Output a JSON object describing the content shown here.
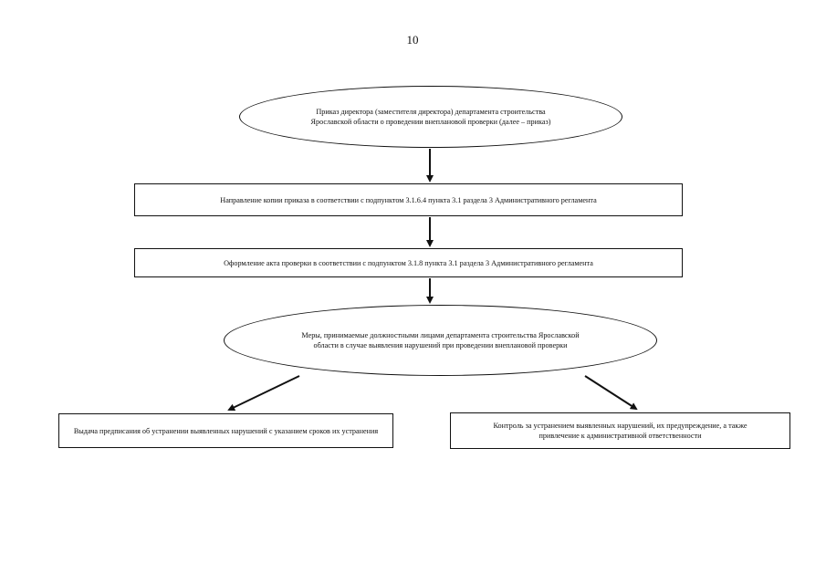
{
  "page_number": "10",
  "nodes": {
    "order": "Приказ директора (заместителя директора) департамента строительства Ярославской области о проведении внеплановой проверки (далее – приказ)",
    "send_copy": "Направление копии приказа в соответствии с подпунктом 3.1.6.4 пункта 3.1 раздела 3 Административного регламента",
    "act": "Оформление акта проверки в соответствии с подпунктом 3.1.8 пункта 3.1 раздела 3 Административного регламента",
    "measures": "Меры, принимаемые должностными лицами департамента строительства Ярославской области в случае выявления нарушений при проведении внеплановой проверки",
    "prescription": "Выдача предписания об устранении выявленных нарушений с указанием сроков их устранения",
    "control": "Контроль за устранением выявленных нарушений, их предупреждение, а также привлечение к административной ответственности"
  },
  "edges": [
    {
      "from": "order",
      "to": "send_copy"
    },
    {
      "from": "send_copy",
      "to": "act"
    },
    {
      "from": "act",
      "to": "measures"
    },
    {
      "from": "measures",
      "to": "prescription"
    },
    {
      "from": "measures",
      "to": "control"
    }
  ]
}
